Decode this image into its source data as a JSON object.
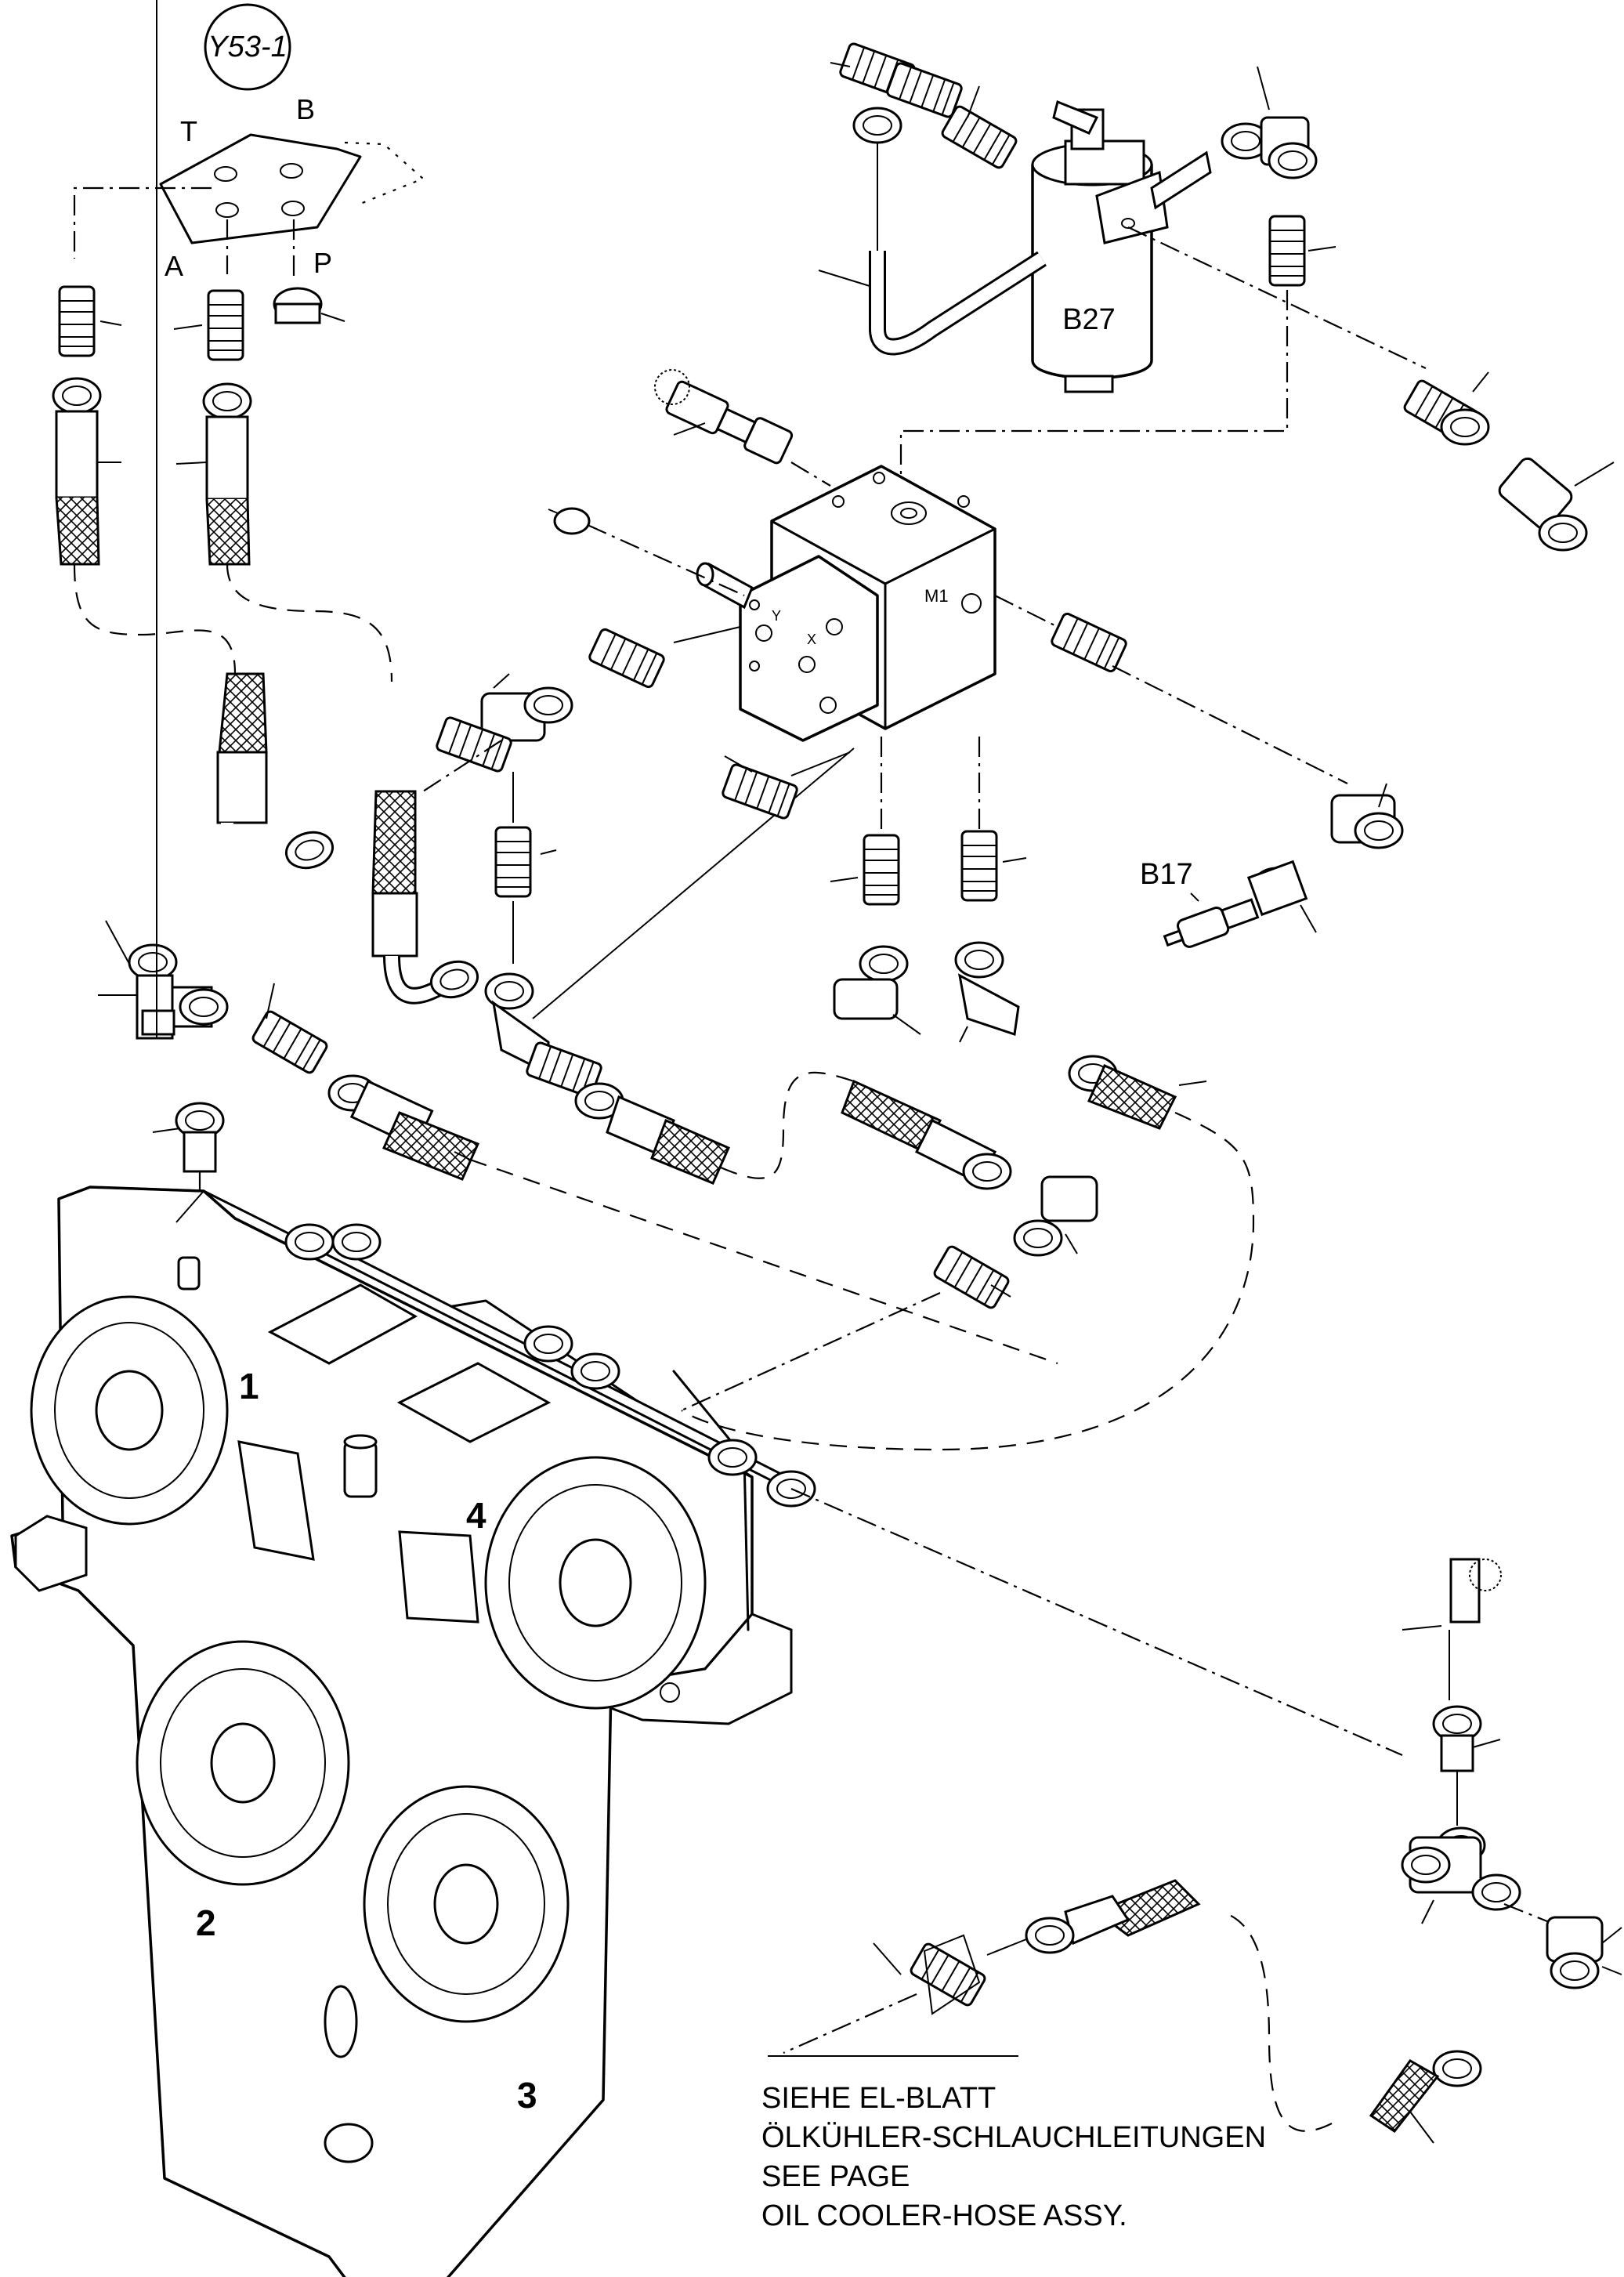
{
  "diagram": {
    "callouts": {
      "valve_id": "Y53-1",
      "filter_id": "B27",
      "sensor_id": "B17"
    },
    "port_labels": {
      "t": "T",
      "b": "B",
      "a": "A",
      "p": "P",
      "m1": "M1",
      "y": "Y",
      "x": "X"
    },
    "gearbox_positions": {
      "pos1": "1",
      "pos2": "2",
      "pos3": "3",
      "pos4": "4"
    },
    "note": {
      "line1": "SIEHE EL-BLATT",
      "line2": "ÖLKÜHLER-SCHLAUCHLEITUNGEN",
      "line3": "SEE PAGE",
      "line4": "OIL COOLER-HOSE ASSY."
    }
  }
}
